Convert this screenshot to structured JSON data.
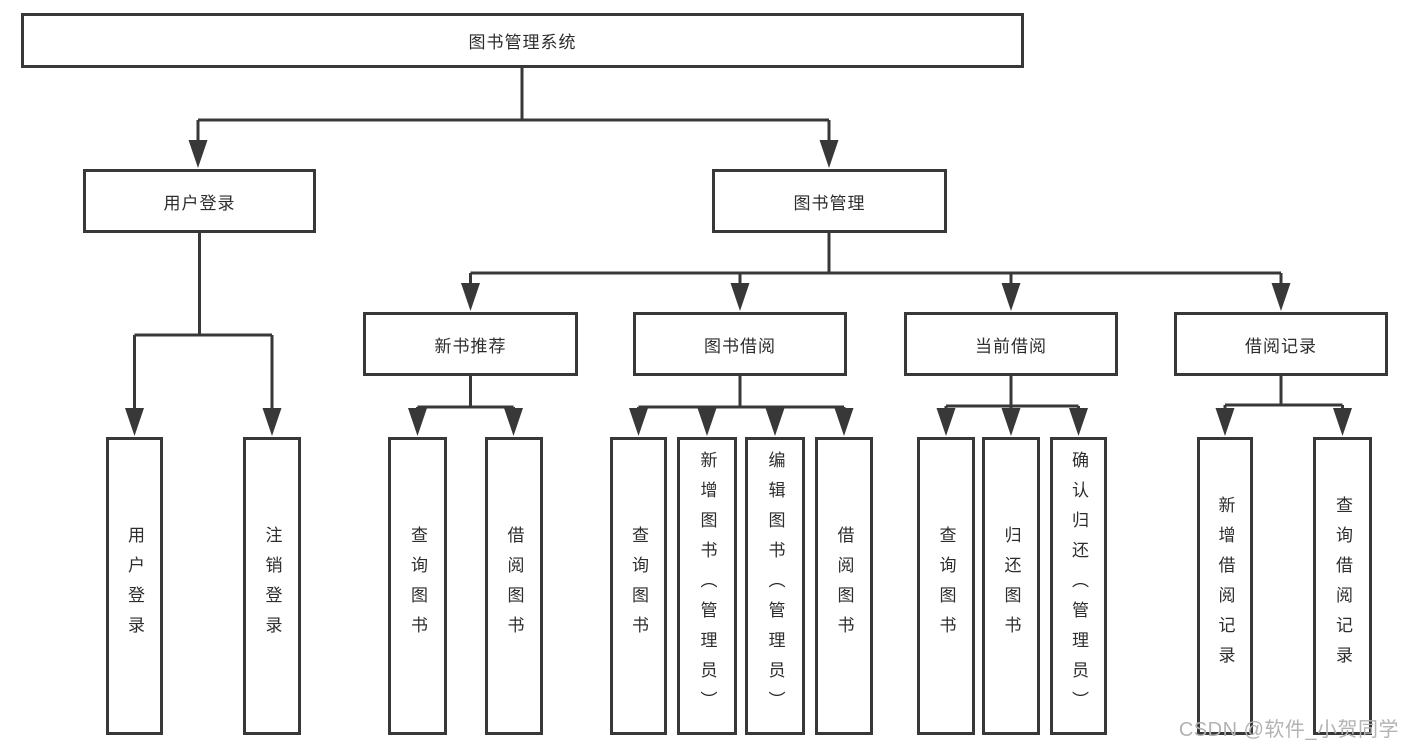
{
  "diagram": {
    "type": "hierarchy-diagram",
    "nodes": {
      "root": "图书管理系统",
      "user_login": "用户登录",
      "book_mgmt": "图书管理",
      "new_book_rec": "新书推荐",
      "book_borrow": "图书借阅",
      "current_borrow": "当前借阅",
      "borrow_records": "借阅记录",
      "ul_user_login": "用户登录",
      "ul_logout": "注销登录",
      "nb_query_book": "查询图书",
      "nb_borrow_book": "借阅图书",
      "bb_query_book": "查询图书",
      "bb_add_book": "新增图书（管理员）",
      "bb_edit_book": "编辑图书（管理员）",
      "bb_borrow_book": "借阅图书",
      "cb_query_book": "查询图书",
      "cb_return_book": "归还图书",
      "cb_confirm_return": "确认归还（管理员）",
      "br_add_record": "新增借阅记录",
      "br_query_record": "查询借阅记录"
    },
    "hierarchy": {
      "图书管理系统": [
        "用户登录",
        "图书管理"
      ],
      "用户登录": [
        "用户登录",
        "注销登录"
      ],
      "图书管理": [
        "新书推荐",
        "图书借阅",
        "当前借阅",
        "借阅记录"
      ],
      "新书推荐": [
        "查询图书",
        "借阅图书"
      ],
      "图书借阅": [
        "查询图书",
        "新增图书（管理员）",
        "编辑图书（管理员）",
        "借阅图书"
      ],
      "当前借阅": [
        "查询图书",
        "归还图书",
        "确认归还（管理员）"
      ],
      "借阅记录": [
        "新增借阅记录",
        "查询借阅记录"
      ]
    },
    "colors": {
      "line": "#383838",
      "text": "#2d2d2d",
      "background": "#ffffff",
      "watermark": "#b3b3b3"
    }
  },
  "watermark": {
    "text": "CSDN @软件_小贺同学"
  }
}
